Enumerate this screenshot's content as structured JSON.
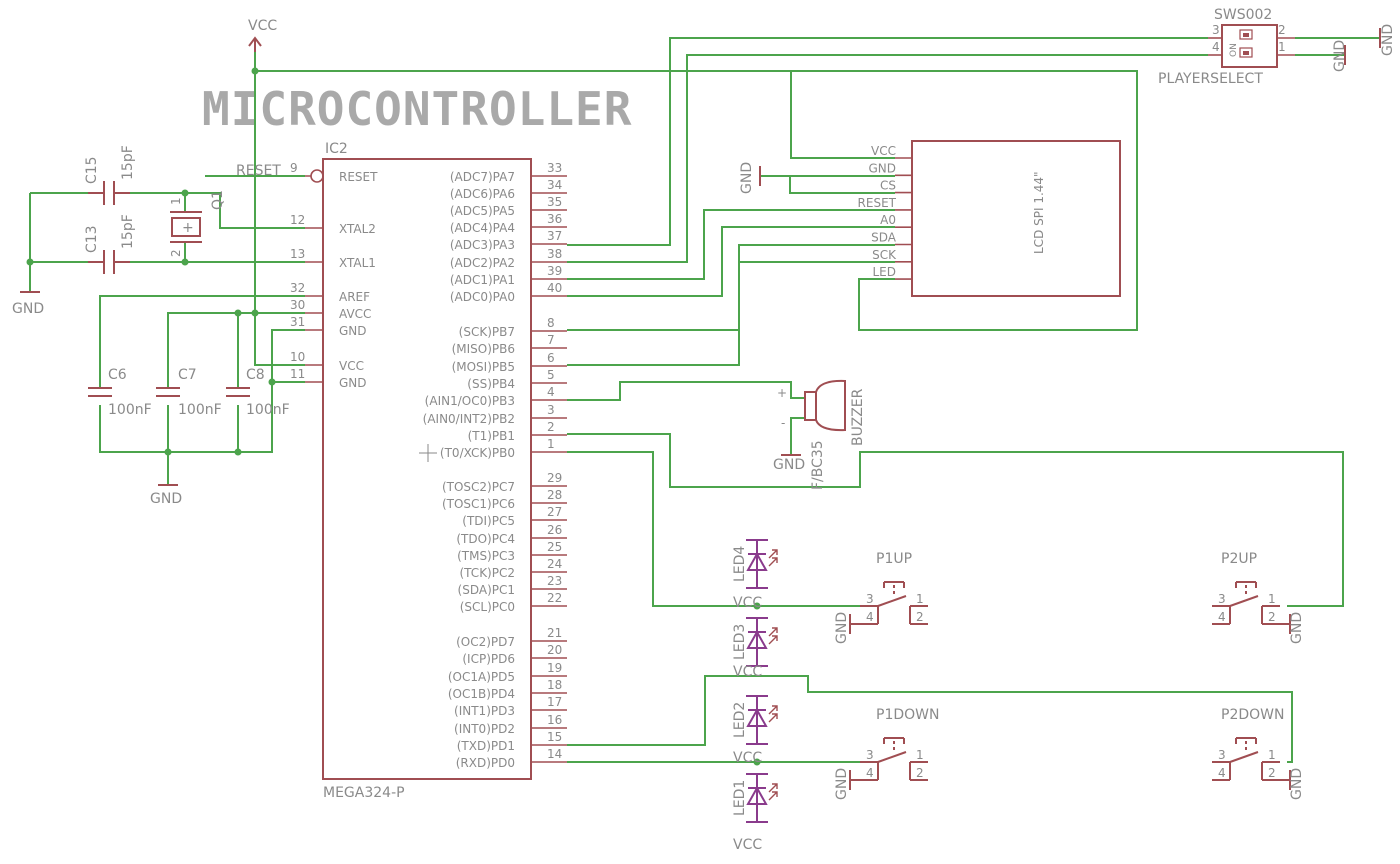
{
  "title": "MICROCONTROLLER",
  "power": {
    "vcc": "VCC",
    "gnd": "GND"
  },
  "ic": {
    "name": "IC2",
    "value": "MEGA324-P",
    "left_pins": [
      {
        "name": "RESET",
        "num": "9"
      },
      {
        "name": "XTAL2",
        "num": "12"
      },
      {
        "name": "XTAL1",
        "num": "13"
      },
      {
        "name": "AREF",
        "num": "32"
      },
      {
        "name": "AVCC",
        "num": "30"
      },
      {
        "name": "GND",
        "num": "31"
      },
      {
        "name": "VCC",
        "num": "10"
      },
      {
        "name": "GND",
        "num": "11"
      }
    ],
    "right_pins": [
      {
        "name": "(ADC7)PA7",
        "num": "33"
      },
      {
        "name": "(ADC6)PA6",
        "num": "34"
      },
      {
        "name": "(ADC5)PA5",
        "num": "35"
      },
      {
        "name": "(ADC4)PA4",
        "num": "36"
      },
      {
        "name": "(ADC3)PA3",
        "num": "37"
      },
      {
        "name": "(ADC2)PA2",
        "num": "38"
      },
      {
        "name": "(ADC1)PA1",
        "num": "39"
      },
      {
        "name": "(ADC0)PA0",
        "num": "40"
      },
      {
        "name": "(SCK)PB7",
        "num": "8"
      },
      {
        "name": "(MISO)PB6",
        "num": "7"
      },
      {
        "name": "(MOSI)PB5",
        "num": "6"
      },
      {
        "name": "(SS)PB4",
        "num": "5"
      },
      {
        "name": "(AIN1/OC0)PB3",
        "num": "4"
      },
      {
        "name": "(AIN0/INT2)PB2",
        "num": "3"
      },
      {
        "name": "(T1)PB1",
        "num": "2"
      },
      {
        "name": "(T0/XCK)PB0",
        "num": "1"
      },
      {
        "name": "(TOSC2)PC7",
        "num": "29"
      },
      {
        "name": "(TOSC1)PC6",
        "num": "28"
      },
      {
        "name": "(TDI)PC5",
        "num": "27"
      },
      {
        "name": "(TDO)PC4",
        "num": "26"
      },
      {
        "name": "(TMS)PC3",
        "num": "25"
      },
      {
        "name": "(TCK)PC2",
        "num": "24"
      },
      {
        "name": "(SDA)PC1",
        "num": "23"
      },
      {
        "name": "(SCL)PC0",
        "num": "22"
      },
      {
        "name": "(OC2)PD7",
        "num": "21"
      },
      {
        "name": "(ICP)PD6",
        "num": "20"
      },
      {
        "name": "(OC1A)PD5",
        "num": "19"
      },
      {
        "name": "(OC1B)PD4",
        "num": "18"
      },
      {
        "name": "(INT1)PD3",
        "num": "17"
      },
      {
        "name": "(INT0)PD2",
        "num": "16"
      },
      {
        "name": "(TXD)PD1",
        "num": "15"
      },
      {
        "name": "(RXD)PD0",
        "num": "14"
      }
    ]
  },
  "reset_net": "RESET",
  "crystal": {
    "name": "Q1",
    "pin1": "1",
    "pin2": "2"
  },
  "capacitors": [
    {
      "name": "C15",
      "value": "15pF"
    },
    {
      "name": "C13",
      "value": "15pF"
    },
    {
      "name": "C6",
      "value": "100nF"
    },
    {
      "name": "C7",
      "value": "100nF"
    },
    {
      "name": "C8",
      "value": "100nF"
    }
  ],
  "lcd": {
    "label": "LCD SPI 1.44\"",
    "pins": [
      "VCC",
      "GND",
      "CS",
      "RESET",
      "A0",
      "SDA",
      "SCK",
      "LED"
    ]
  },
  "switch": {
    "name": "SWS002",
    "value": "PLAYERSELECT",
    "pins": [
      "3",
      "2",
      "4",
      "1"
    ],
    "on": "ON"
  },
  "buzzer": {
    "name": "BUZZER",
    "value": "F/BC35",
    "plus": "+",
    "minus": "-"
  },
  "leds": [
    "LED4",
    "LED3",
    "LED2",
    "LED1"
  ],
  "buttons": [
    {
      "name": "P1UP"
    },
    {
      "name": "P2UP"
    },
    {
      "name": "P1DOWN"
    },
    {
      "name": "P2DOWN"
    }
  ],
  "button_pins": [
    "3",
    "1",
    "4",
    "2"
  ]
}
